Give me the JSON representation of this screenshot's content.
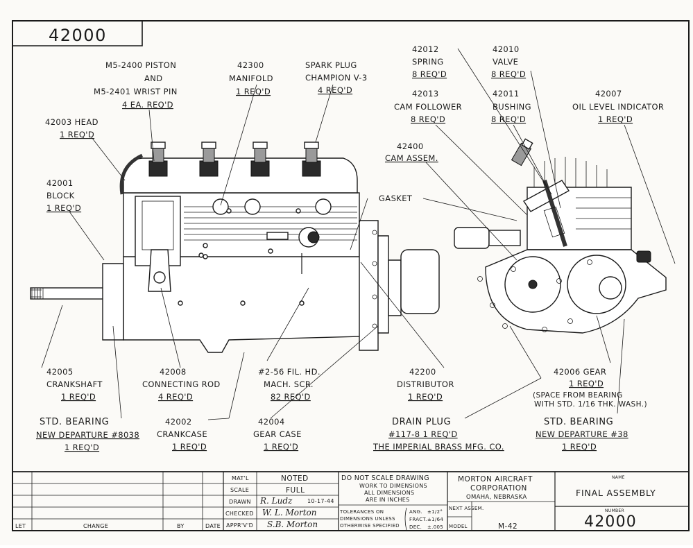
{
  "drawing_number_corner": "42000",
  "callouts": {
    "piston_1": "M5-2400 PISTON",
    "piston_2": "AND",
    "piston_3": "M5-2401 WRIST PIN",
    "piston_4": "4 EA. REQ'D",
    "manifold_1": "42300",
    "manifold_2": "MANIFOLD",
    "manifold_3": "1 REQ'D",
    "spark_1": "SPARK PLUG",
    "spark_2": "CHAMPION V-3",
    "spark_3": "4 REQ'D",
    "head_1": "42003 HEAD",
    "head_2": "1 REQ'D",
    "block_1": "42001",
    "block_2": "BLOCK",
    "block_3": "1 REQ'D",
    "gasket": "GASKET",
    "spring_1": "42012",
    "spring_2": "SPRING",
    "spring_3": "8 REQ'D",
    "valve_1": "42010",
    "valve_2": "VALVE",
    "valve_3": "8 REQ'D",
    "camf_1": "42013",
    "camf_2": "CAM FOLLOWER",
    "camf_3": "8 REQ'D",
    "bushing_1": "42011",
    "bushing_2": "BUSHING",
    "bushing_3": "8 REQ'D",
    "oil_1": "42007",
    "oil_2": "OIL LEVEL INDICATOR",
    "oil_3": "1 REQ'D",
    "cam_1": "42400",
    "cam_2": "CAM ASSEM.",
    "crank_1": "42005",
    "crank_2": "CRANKSHAFT",
    "crank_3": "1 REQ'D",
    "rod_1": "42008",
    "rod_2": "CONNECTING ROD",
    "rod_3": "4 REQ'D",
    "screw_1": "#2-56 FIL. HD.",
    "screw_2": "MACH. SCR.",
    "screw_3": "82 REQ'D",
    "dist_1": "42200",
    "dist_2": "DISTRIBUTOR",
    "dist_3": "1 REQ'D",
    "gear_1": "42006 GEAR",
    "gear_2": "1 REQ'D",
    "gear_3": "(SPACE FROM BEARING",
    "gear_4": "WITH STD. 1/16 THK. WASH.)",
    "stdl_1": "STD. BEARING",
    "stdl_2": "NEW DEPARTURE #8038",
    "stdl_3": "1 REQ'D",
    "case_1": "42002",
    "case_2": "CRANKCASE",
    "case_3": "1 REQ'D",
    "gcase_1": "42004",
    "gcase_2": "GEAR CASE",
    "gcase_3": "1 REQ'D",
    "drain_1": "DRAIN PLUG",
    "drain_2": "#117-8    1 REQ'D",
    "drain_3": "THE IMPERIAL BRASS MFG. CO.",
    "stdr_1": "STD. BEARING",
    "stdr_2": "NEW DEPARTURE #38",
    "stdr_3": "1 REQ'D"
  },
  "title_block": {
    "col_let": "LET",
    "col_change": "CHANGE",
    "col_by": "BY",
    "col_date": "DATE",
    "matl_label": "MAT'L",
    "matl_value": "NOTED",
    "scale_label": "SCALE",
    "scale_value": "FULL",
    "drawn_label": "DRAWN",
    "drawn_date": "10-17-44",
    "checked_label": "CHECKED",
    "apprvd_label": "APPR'V'D",
    "drawn_sig": "R. Ludz",
    "checked_sig": "W. L. Morton",
    "apprvd_sig": "S.B. Morton",
    "note_1": "DO NOT SCALE DRAWING",
    "note_2": "WORK TO DIMENSIONS",
    "note_3": "ALL DIMENSIONS",
    "note_4": "ARE IN INCHES",
    "tol_1": "TOLERANCES ON",
    "tol_2": "DIMENSIONS UNLESS",
    "tol_3": "OTHERWISE SPECIFIED",
    "ang_label": "ANG.",
    "ang_value": "±1/2°",
    "fract_label": "FRACT.",
    "fract_value": "±1/64",
    "dec_label": "DEC.",
    "dec_value": "±.005",
    "company_1": "MORTON AIRCRAFT",
    "company_2": "CORPORATION",
    "company_3": "OMAHA, NEBRASKA",
    "next_assem_label": "NEXT ASSEM.",
    "model_label": "MODEL",
    "model_value": "M-42",
    "name_label": "NAME",
    "name_value": "FINAL ASSEMBLY",
    "number_label": "NUMBER",
    "number_value": "42000"
  }
}
